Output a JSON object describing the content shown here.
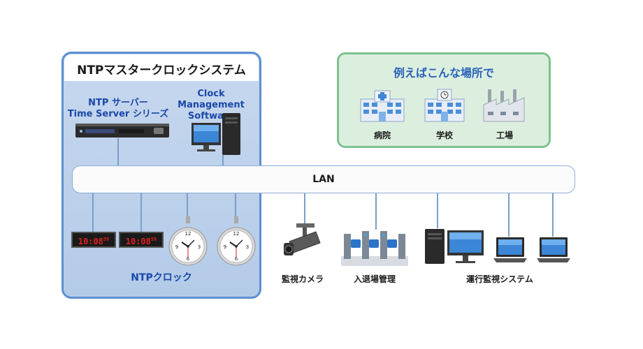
{
  "master": {
    "title": "NTPマスタークロックシステム",
    "server_label_line1": "NTP サーバー",
    "server_label_line2": "Time Server シリーズ",
    "software_label_line1": "Clock Management",
    "software_label_line2": "Software",
    "clock_label": "NTPクロック",
    "digital_clock_time": "10:08",
    "digital_clock_seconds": "59"
  },
  "network": {
    "lan_label": "LAN"
  },
  "places": {
    "title": "例えばこんな場所で",
    "items": [
      {
        "label": "病院",
        "icon": "hospital-icon"
      },
      {
        "label": "学校",
        "icon": "school-icon"
      },
      {
        "label": "工場",
        "icon": "factory-icon"
      }
    ]
  },
  "devices": {
    "camera_label": "監視カメラ",
    "gate_label": "入退場管理",
    "monitoring_label": "運行監視システム"
  },
  "colors": {
    "master_border": "#5e8fd0",
    "places_border": "#7cc28e",
    "label_blue": "#1a48a8"
  }
}
